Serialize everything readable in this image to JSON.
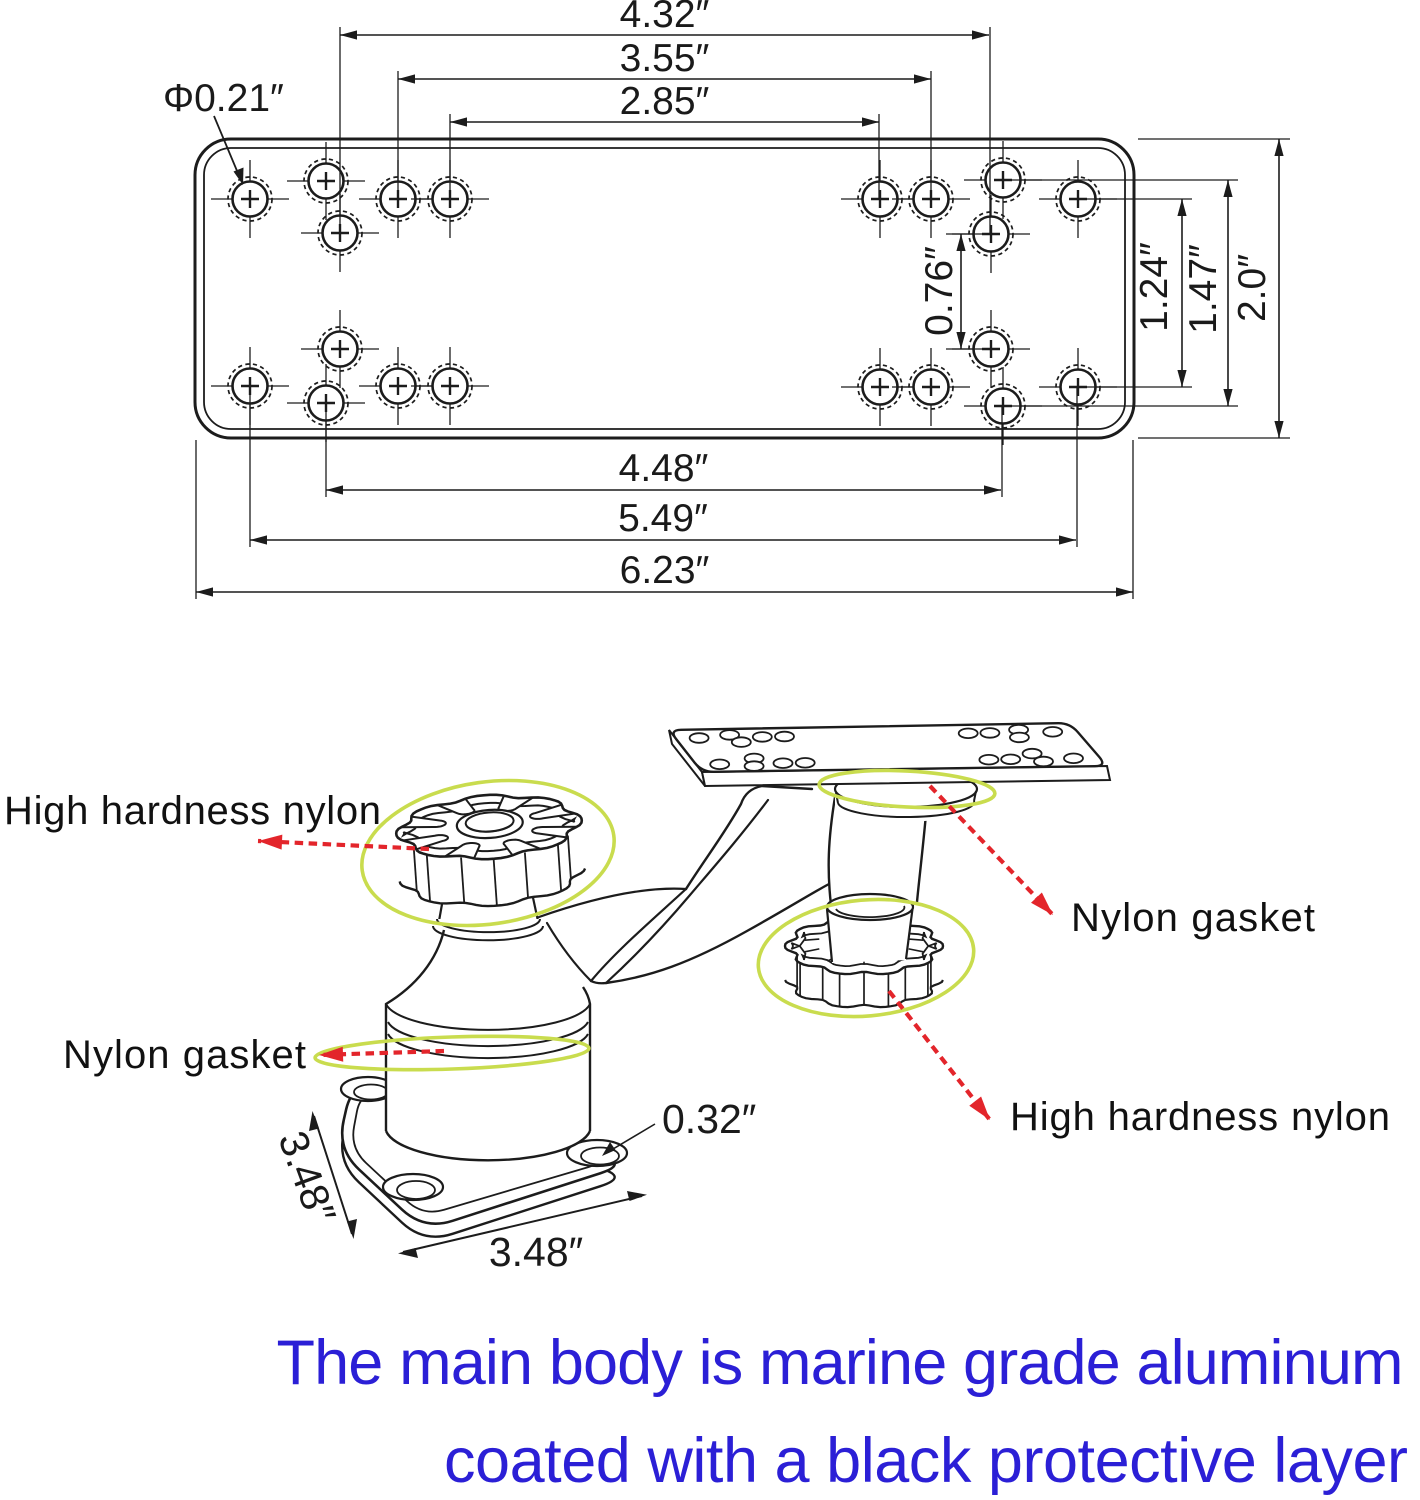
{
  "figure": {
    "title": "Fish finder mount dimension diagram",
    "background": "#ffffff",
    "colors": {
      "line": "#1c1c1c",
      "highlight": "#c9dc4e",
      "arrow": "#e3252b",
      "dim_text": "#1a1a1a",
      "note_blue": "#2b1fd6"
    }
  },
  "top_view": {
    "hole_diameter_label": "Φ0.21″",
    "dims_top": [
      "4.32″",
      "3.55″",
      "2.85″"
    ],
    "dims_bottom": [
      "4.48″",
      "5.49″",
      "6.23″"
    ],
    "dims_right": [
      "0.76″",
      "1.24″",
      "1.47″",
      "2.0″"
    ]
  },
  "iso_view": {
    "labels": {
      "top_left": "High hardness nylon",
      "mid_left": "Nylon gasket",
      "right": "Nylon gasket",
      "bottom_right": "High hardness nylon",
      "base_hole": "0.32″",
      "base_width": "3.48″",
      "base_depth": "3.48″"
    }
  },
  "footnote": {
    "line1": "The main body is marine grade aluminum",
    "line2": "coated with a black protective layer",
    "color": "#2b1fd6"
  }
}
